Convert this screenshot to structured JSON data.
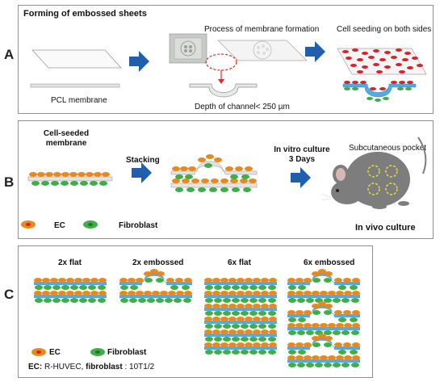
{
  "panels": [
    {
      "letter": "A",
      "title": "Forming of embossed sheets",
      "labels": {
        "pcl_membrane": "PCL membrane",
        "process": "Process of membrane formation",
        "depth": "Depth of channel< 250 µm",
        "seeding": "Cell seeding on both sides"
      }
    },
    {
      "letter": "B",
      "labels": {
        "cell_seeded_line1": "Cell-seeded",
        "cell_seeded_line2": "membrane",
        "stacking": "Stacking",
        "in_vitro_line1": "In vitro culture",
        "in_vitro_line2": "3 Days",
        "pocket": "Subcutaneous pocket",
        "in_vivo": "In vivo culture"
      },
      "legend": {
        "ec": "EC",
        "fibroblast": "Fibroblast"
      }
    },
    {
      "letter": "C",
      "headers": [
        "2x flat",
        "2x embossed",
        "6x flat",
        "6x embossed"
      ],
      "legend": {
        "ec": "EC",
        "fibroblast": "Fibroblast"
      },
      "footnote": {
        "ec_label": "EC:",
        "ec_value": " R-HUVEC, ",
        "fib_label": "fibroblast",
        "fib_value": " : 10T1/2"
      }
    }
  ],
  "colors": {
    "ec": "#e8891e",
    "ec_nucleus": "#d9261c",
    "fibroblast": "#3fae49",
    "fibroblast_nucleus": "#1e7a2a",
    "membrane_blue": "#55a9dc",
    "membrane_gray": "#e4e4e4",
    "arrow": "#1f5fae",
    "pocket_circle": "#f2e21a",
    "mouse": "#7d7d7d",
    "seed_red": "#d8232a"
  }
}
